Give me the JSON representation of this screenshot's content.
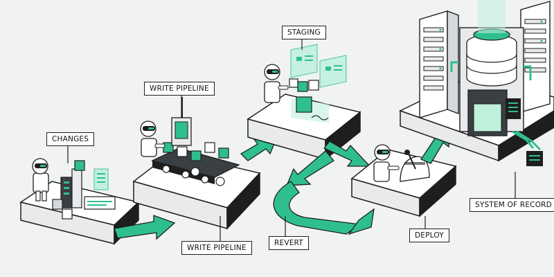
{
  "labels": {
    "changes": "CHANGES",
    "write_pipeline_top": "WRITE PIPELINE",
    "staging": "STAGING",
    "write_pipeline_bottom": "WRITE PIPELINE",
    "revert": "REVERT",
    "deploy": "DEPLOY",
    "system_of_record": "SYSTEM OF RECORD"
  },
  "colors": {
    "accent": "#2fbf8f",
    "accent_dark": "#1e9a70",
    "outline": "#1e1e1e",
    "platform_top": "#ffffff",
    "platform_side": "#1e1e1e",
    "background": "#f1f2f3",
    "panel_glow": "#bff0dc"
  },
  "icons": [
    "robot-icon",
    "cube-icon",
    "server-rack-icon",
    "database-cylinder-icon",
    "conveyor-belt-icon",
    "lever-icon",
    "flow-arrow-icon"
  ]
}
